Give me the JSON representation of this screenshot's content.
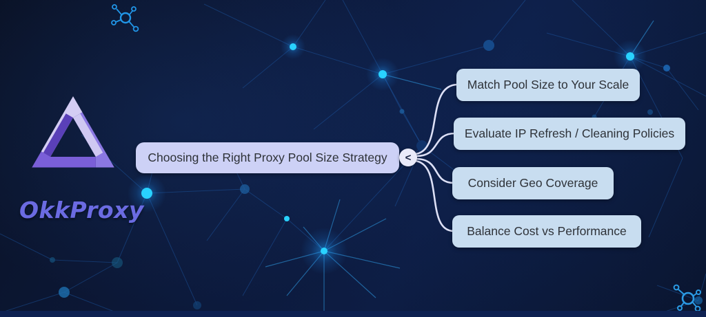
{
  "brand": {
    "name": "OkkProxy",
    "logo_icon": "penrose-triangle-icon",
    "name_color": "#6b6be2",
    "logo_colors": {
      "light": "#d4cdf4",
      "mid": "#8b78e2",
      "deep": "#7a5fd8",
      "shadow": "#5a40b8"
    }
  },
  "mindmap": {
    "root": {
      "label": "Choosing the Right Proxy Pool Size Strategy",
      "bg": "#cdd1f6"
    },
    "collapse_toggle": {
      "glyph": "<"
    },
    "children": [
      {
        "label": "Match Pool Size to Your Scale"
      },
      {
        "label": "Evaluate IP Refresh / Cleaning Policies"
      },
      {
        "label": "Consider Geo Coverage"
      },
      {
        "label": "Balance Cost vs Performance"
      }
    ],
    "child_bg": "#c8ddf0",
    "text_color": "#2e3238",
    "connector_color": "#dde0f6"
  },
  "background": {
    "base": "#0c193a",
    "bottom_bar": "#0e2151",
    "bright_node_color": "#29d2ff",
    "line_color": "#2060b0",
    "decor_icons": [
      "molecule-icon",
      "molecule-icon"
    ]
  }
}
